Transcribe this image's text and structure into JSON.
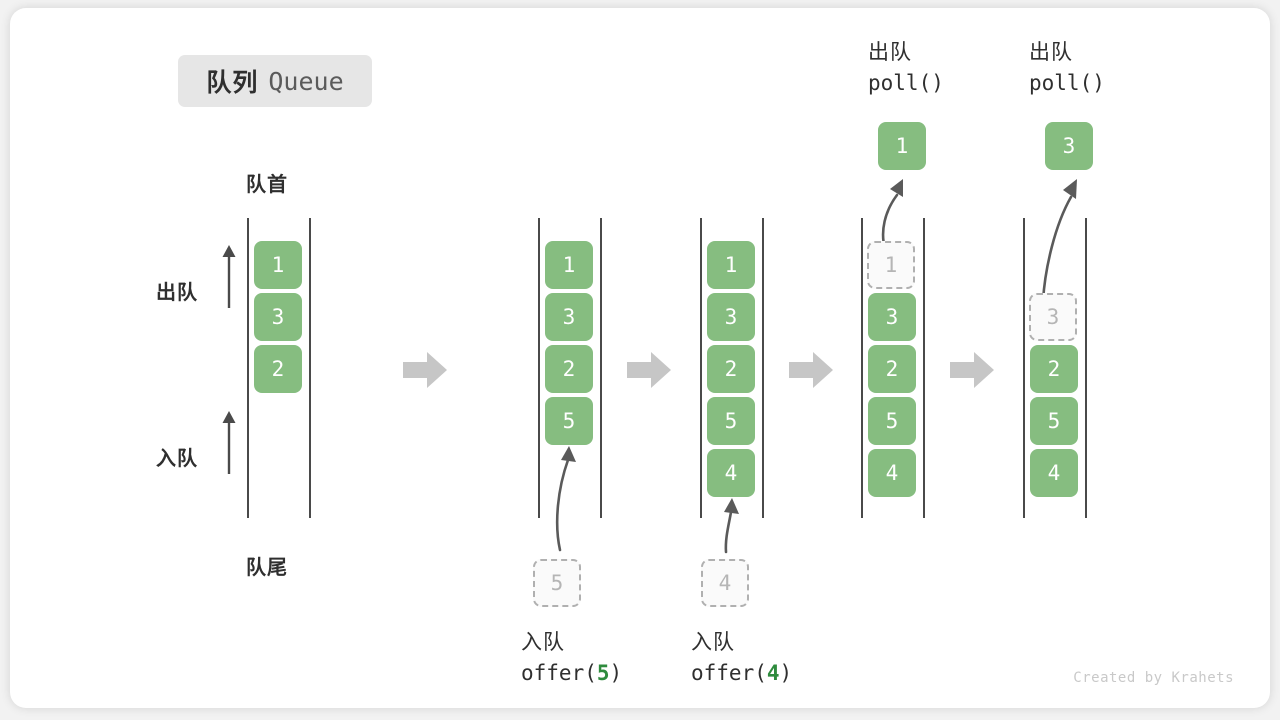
{
  "title": {
    "cn": "队列",
    "en": "Queue"
  },
  "labels": {
    "head": "队首",
    "tail": "队尾",
    "dequeue": "出队",
    "enqueue": "入队"
  },
  "footer": "Created by Krahets",
  "colors": {
    "cell_green": "#86bd80",
    "ghost_border": "#b0b0b0",
    "ghost_fill": "#fafafa",
    "rail": "#4a4a4a",
    "step_arrow": "#c6c6c6",
    "badge_bg": "#e6e6e6",
    "accent_arg": "#2e8b3d"
  },
  "stages": [
    {
      "id": "stage-initial",
      "cells": [
        "1",
        "3",
        "2"
      ],
      "ghost_index": null,
      "ghost_value": null,
      "op": null,
      "popped": null
    },
    {
      "id": "stage-offer-5",
      "cells": [
        "1",
        "3",
        "2",
        "5"
      ],
      "ghost_index": null,
      "ghost_value": null,
      "op": {
        "cn": "入队",
        "code_prefix": "offer(",
        "arg": "5",
        "code_suffix": ")"
      },
      "incoming_value": "5",
      "popped": null
    },
    {
      "id": "stage-offer-4",
      "cells": [
        "1",
        "3",
        "2",
        "5",
        "4"
      ],
      "ghost_index": null,
      "ghost_value": null,
      "op": {
        "cn": "入队",
        "code_prefix": "offer(",
        "arg": "4",
        "code_suffix": ")"
      },
      "incoming_value": "4",
      "popped": null
    },
    {
      "id": "stage-poll-1",
      "cells": [
        "3",
        "2",
        "5",
        "4"
      ],
      "ghost_index": 0,
      "ghost_value": "1",
      "op": {
        "cn": "出队",
        "code_prefix": "poll(",
        "arg": "",
        "code_suffix": ")"
      },
      "popped": "1"
    },
    {
      "id": "stage-poll-3",
      "cells": [
        "2",
        "5",
        "4"
      ],
      "ghost_index": 1,
      "ghost_value": "3",
      "op": {
        "cn": "出队",
        "code_prefix": "poll(",
        "arg": "",
        "code_suffix": ")"
      },
      "popped": "3"
    }
  ]
}
